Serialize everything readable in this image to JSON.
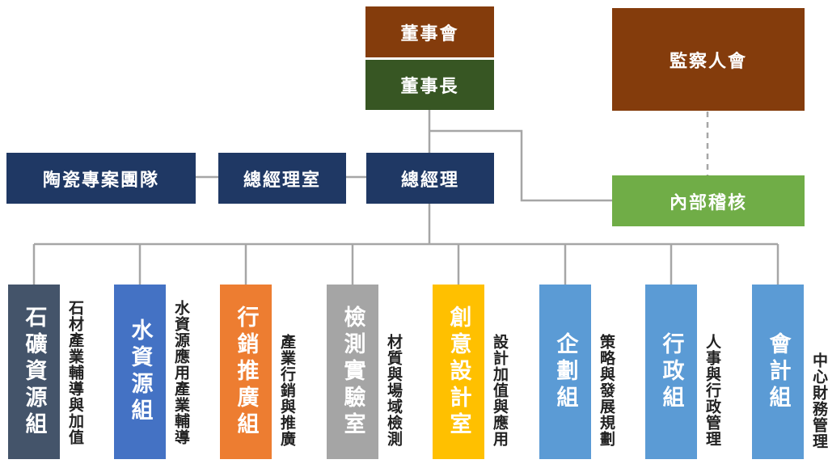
{
  "board": {
    "label": "董事會",
    "color": "#843c0c"
  },
  "chairman": {
    "label": "董事長",
    "color": "#375623"
  },
  "supervisors": {
    "label": "監察人會",
    "color": "#843c0c"
  },
  "general_manager": {
    "label": "總經理",
    "color": "#1f3864"
  },
  "gm_office": {
    "label": "總經理室",
    "color": "#1f3864"
  },
  "ceramics_team": {
    "label": "陶瓷專案團隊",
    "color": "#1f3864"
  },
  "internal_audit": {
    "label": "內部稽核",
    "color": "#70ad47"
  },
  "departments": [
    {
      "name": "石礦資源組",
      "desc": "石材產業輔導與加值",
      "color": "#44546a"
    },
    {
      "name": "水資源組",
      "desc": "水資源應用產業輔導",
      "color": "#4472c4"
    },
    {
      "name": "行銷推廣組",
      "desc": "產業行銷與推廣",
      "color": "#ed7d31"
    },
    {
      "name": "檢測實驗室",
      "desc": "材質與場域檢測",
      "color": "#a5a5a5"
    },
    {
      "name": "創意設計室",
      "desc": "設計加值與應用",
      "color": "#ffc000"
    },
    {
      "name": "企劃組",
      "desc": "策略與發展規劃",
      "color": "#5b9bd5"
    },
    {
      "name": "行政組",
      "desc": "人事與行政管理",
      "color": "#5b9bd5"
    },
    {
      "name": "會計組",
      "desc": "中心財務管理",
      "color": "#5b9bd5"
    }
  ]
}
